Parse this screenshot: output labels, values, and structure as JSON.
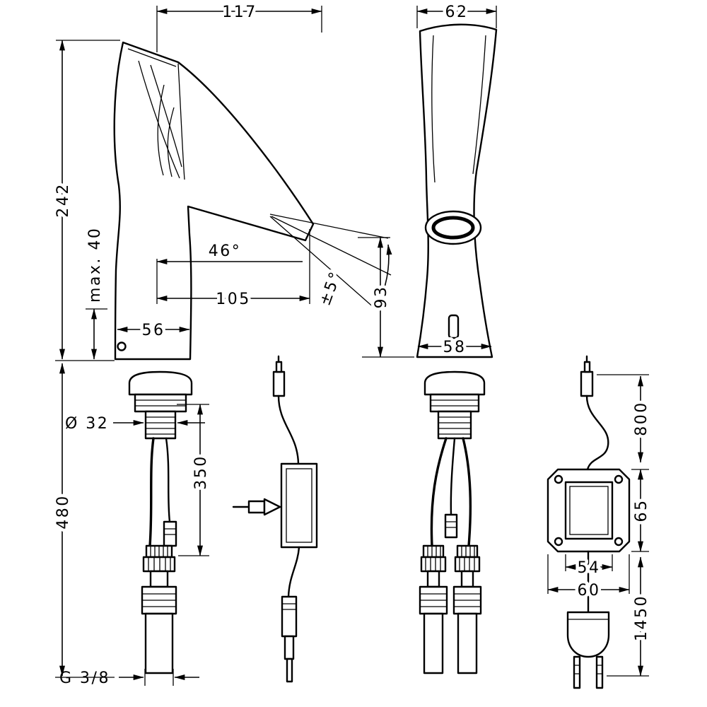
{
  "page": {
    "background": "#ffffff",
    "line_color": "#000000",
    "description": "Technical dimension drawing of an electronic basin faucet (side view, front view) with control box, hoses and plug-in power supply"
  },
  "side_view": {
    "dims": {
      "spout_width": "117",
      "body_height": "242",
      "max_mounting_thickness": "max. 40",
      "spray_angle": "46°",
      "spray_reach": "105",
      "spray_tolerance": "±5°",
      "base_depth": "56",
      "hole_diameter": "Ø 32",
      "hose_length": "480",
      "cable_length": "350",
      "thread_size": "G 3/8"
    }
  },
  "front_view": {
    "dims": {
      "top_width": "62",
      "base_width": "58",
      "outlet_height": "93"
    }
  },
  "power_unit": {
    "dims": {
      "cable_to_box": "800",
      "box_height": "65",
      "box_inner_width": "54",
      "box_width": "60",
      "cord_length": "1450"
    }
  }
}
